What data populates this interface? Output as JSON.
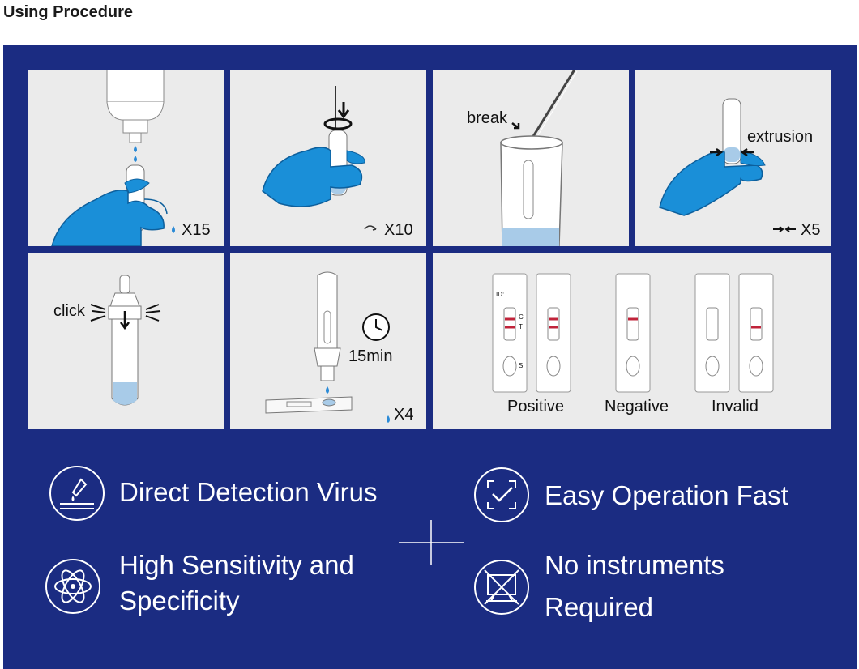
{
  "page": {
    "heading": "Using Procedure"
  },
  "steps": {
    "step1": {
      "count": "X15"
    },
    "step2": {
      "count": "X10"
    },
    "step3": {
      "label": "break"
    },
    "step4": {
      "label": "extrusion",
      "count": "X5"
    },
    "step5": {
      "label": "click"
    },
    "step6": {
      "time": "15min",
      "count": "X4"
    },
    "results": {
      "cassette_id": "ID:",
      "c_mark": "C",
      "t_mark": "T",
      "s_mark": "S",
      "positive": "Positive",
      "negative": "Negative",
      "invalid": "Invalid"
    }
  },
  "features": [
    {
      "label_line1": "Direct Detection Virus",
      "icon": "pipette-sample-icon"
    },
    {
      "label_line1": "Easy Operation Fast",
      "icon": "check-frame-icon"
    },
    {
      "label_line1": "High Sensitivity and",
      "label_line2": "Specificity",
      "icon": "atom-icon"
    },
    {
      "label_line1": "No instruments",
      "label_line2": "Required",
      "icon": "no-instrument-icon"
    }
  ],
  "colors": {
    "banner": "#1b2c82",
    "panel": "#ebebeb",
    "glove": "#1a8fd8",
    "liquid": "#a8cbe8",
    "line_red": "#c0233a"
  }
}
